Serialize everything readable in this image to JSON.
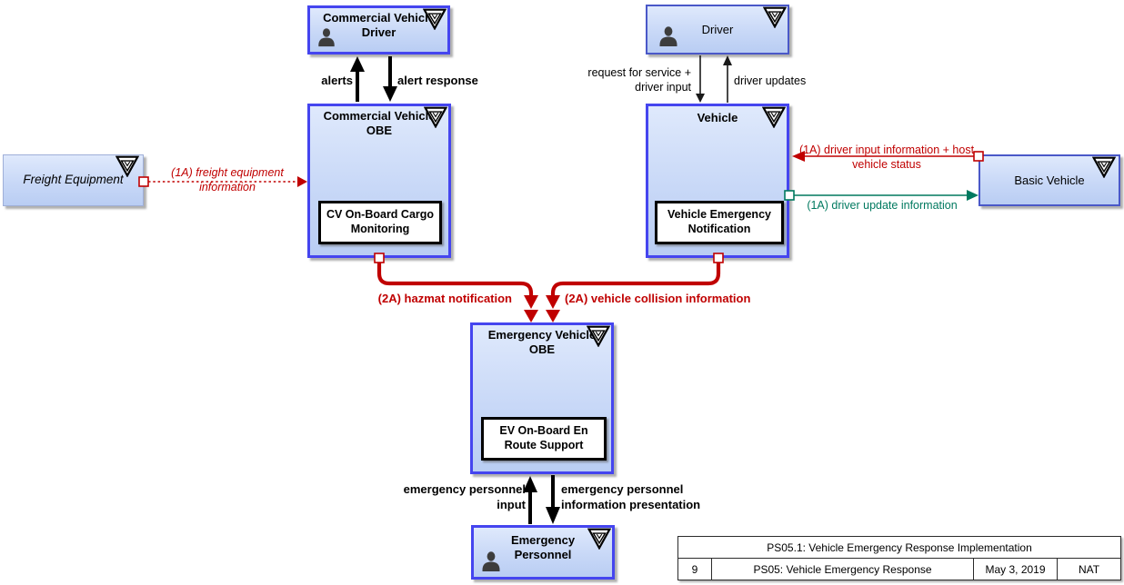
{
  "colors": {
    "node_border_strong": "#4545ef",
    "node_border_light": "#4a58c8",
    "node_fill_top": "#dfe9fc",
    "node_fill_bottom": "#b9cdf3",
    "flow_red": "#c00000",
    "flow_teal": "#00795f",
    "flow_black": "#000000"
  },
  "boxes": {
    "cv_driver": {
      "title": "Commercial Vehicle Driver",
      "icons": [
        "person-icon",
        "physical-object-icon"
      ]
    },
    "driver": {
      "title": "Driver",
      "icons": [
        "person-icon",
        "physical-object-icon"
      ]
    },
    "cv_obe": {
      "title": "Commercial Vehicle OBE",
      "functional_object": "CV On-Board Cargo Monitoring",
      "icons": [
        "physical-object-icon"
      ]
    },
    "vehicle": {
      "title": "Vehicle",
      "functional_object": "Vehicle Emergency Notification",
      "icons": [
        "physical-object-icon"
      ]
    },
    "freight_equipment": {
      "title": "Freight Equipment",
      "icons": [
        "physical-object-icon"
      ]
    },
    "basic_vehicle": {
      "title": "Basic Vehicle",
      "icons": [
        "physical-object-icon"
      ]
    },
    "ev_obe": {
      "title": "Emergency Vehicle OBE",
      "functional_object": "EV On-Board En Route Support",
      "icons": [
        "physical-object-icon"
      ]
    },
    "emergency_personnel": {
      "title": "Emergency Personnel",
      "icons": [
        "person-icon",
        "physical-object-icon"
      ]
    }
  },
  "flows": {
    "alerts": "alerts",
    "alert_response": "alert response",
    "request_for_service": "request for service + driver input",
    "driver_updates": "driver updates",
    "freight_equipment_information": "(1A) freight equipment information",
    "driver_input_information": "(1A) driver input information + host vehicle status",
    "driver_update_information": "(1A) driver update information",
    "hazmat_notification": "(2A) hazmat notification",
    "vehicle_collision_information": "(2A) vehicle collision information",
    "emergency_personnel_input": "emergency personnel input",
    "emergency_personnel_information_presentation": "emergency personnel information presentation"
  },
  "title_block": {
    "diagram_title": "PS05.1: Vehicle Emergency Response Implementation",
    "page_number": "9",
    "service_package": "PS05: Vehicle Emergency Response",
    "date": "May 3, 2019",
    "region": "NAT"
  }
}
